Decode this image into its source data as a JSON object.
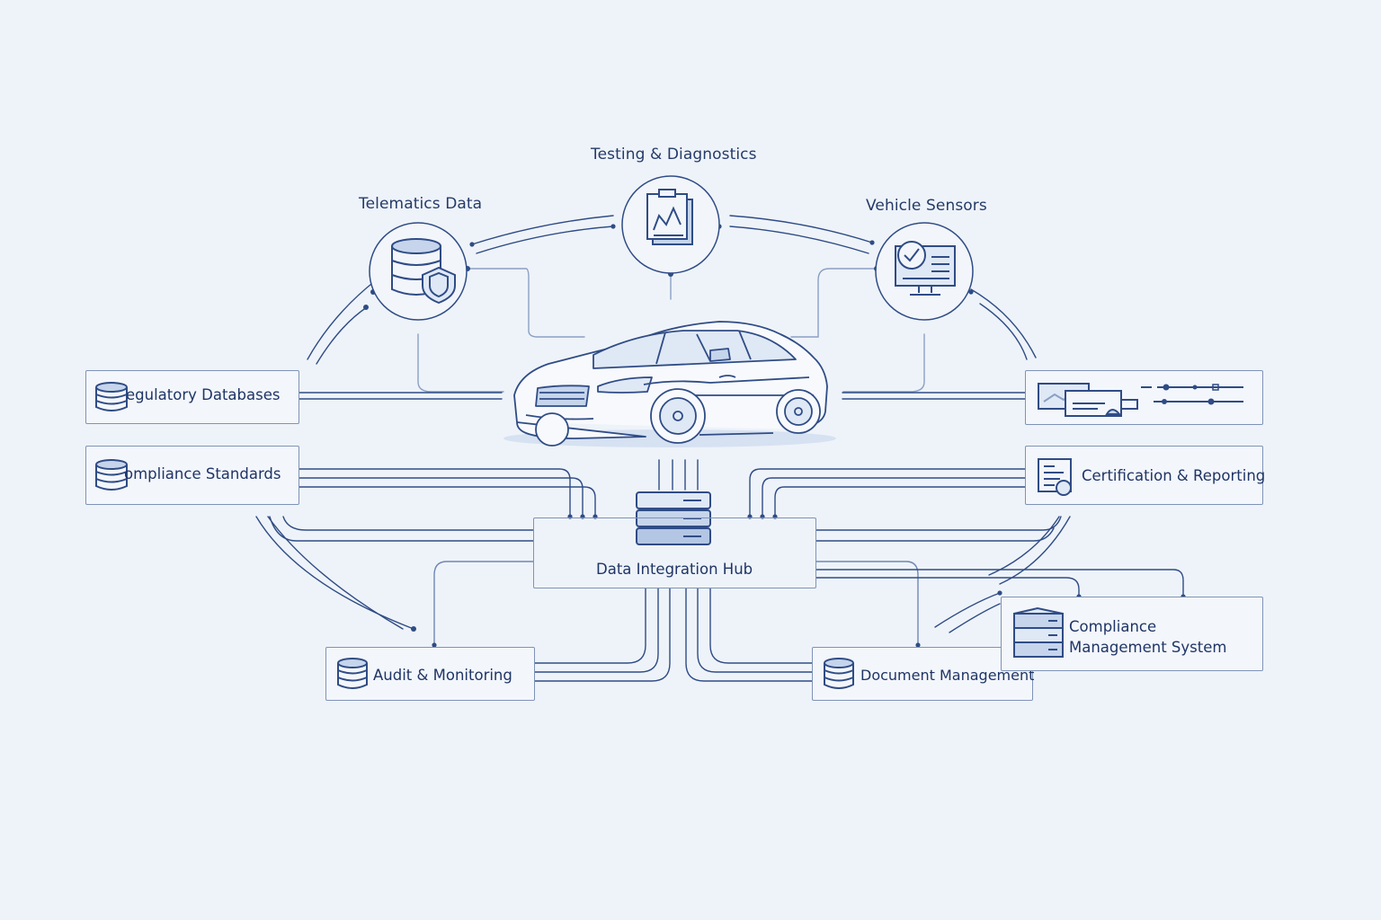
{
  "nodes": {
    "testing": {
      "label": "Testing & Diagnostics",
      "icon": "chart-clipboard-icon"
    },
    "telematics": {
      "label": "Telematics Data",
      "icon": "database-shield-icon"
    },
    "sensors": {
      "label": "Vehicle Sensors",
      "icon": "monitor-check-icon"
    },
    "regulatory": {
      "label": "egulatory Databases",
      "icon": "database-icon"
    },
    "standards": {
      "label": "ompliance Standards",
      "icon": "database-icon"
    },
    "sliders": {
      "label": "",
      "icon": "slider-panel-icon"
    },
    "certification": {
      "label": "Certification & Reporting",
      "icon": "certificate-document-icon"
    },
    "hub": {
      "label": "Data Integration Hub",
      "icon": "server-stack-icon"
    },
    "audit": {
      "label": "Audit & Monitoring",
      "icon": "database-icon"
    },
    "document": {
      "label": "Document Management",
      "icon": "database-icon"
    },
    "cms": {
      "label_line1": "Compliance",
      "label_line2": "Management System",
      "icon": "server-stack-icon"
    }
  },
  "center": {
    "icon": "car-icon"
  },
  "colors": {
    "line": "#2f4c85",
    "soft_line": "#8aa0c4",
    "box_border": "#7f93b6",
    "fill": "#c6d5ec",
    "background": "#eef3f9"
  }
}
